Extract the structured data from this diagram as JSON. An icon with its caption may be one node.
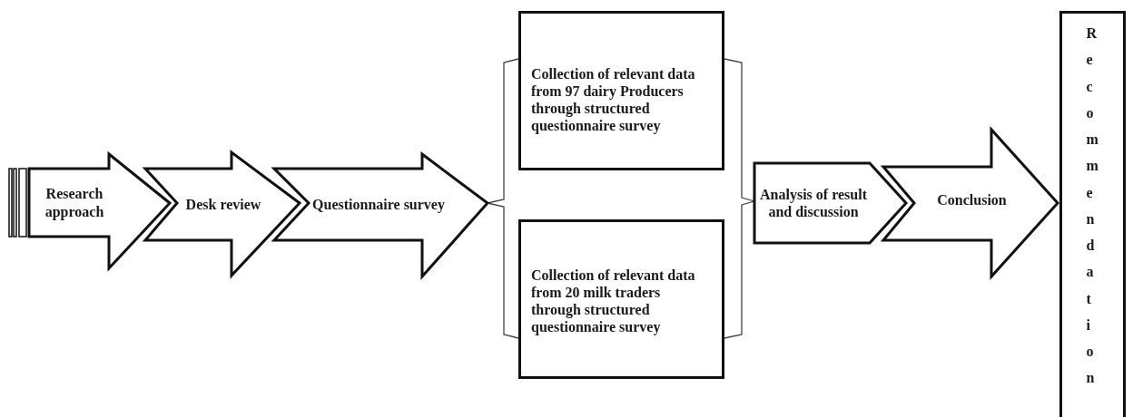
{
  "diagram": {
    "nodes": [
      {
        "text": [
          "Research approach"
        ]
      },
      {
        "text": [
          "Desk review"
        ]
      },
      {
        "text": [
          "Questionnaire survey"
        ]
      },
      {
        "text": [
          "Collection of relevant data from 97 dairy Producers through structured questionnaire survey"
        ]
      },
      {
        "text": [
          "Collection of relevant data from 20 milk traders through structured questionnaire survey"
        ]
      },
      {
        "text": [
          "Analysis of result and discussion"
        ]
      },
      {
        "text": [
          "Conclusion"
        ]
      },
      {
        "text": [
          "Recommendation"
        ]
      }
    ],
    "edges": [
      {
        "from": 2,
        "to": 3,
        "arrow": "none"
      },
      {
        "from": 2,
        "to": 4,
        "arrow": "none"
      },
      {
        "from": 3,
        "to": 5,
        "arrow": "none"
      },
      {
        "from": 4,
        "to": 5,
        "arrow": "none"
      }
    ]
  }
}
